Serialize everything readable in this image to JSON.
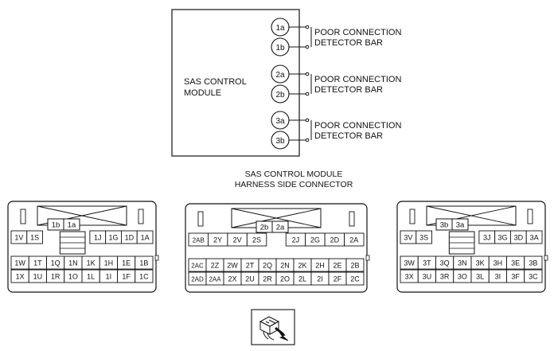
{
  "module": {
    "label_lines": [
      "SAS CONTROL",
      "MODULE"
    ],
    "pins": [
      "1a",
      "1b",
      "2a",
      "2b",
      "3a",
      "3b"
    ],
    "bars": [
      {
        "lines": [
          "POOR CONNECTION",
          "DETECTOR BAR"
        ]
      },
      {
        "lines": [
          "POOR CONNECTION",
          "DETECTOR BAR"
        ]
      },
      {
        "lines": [
          "POOR CONNECTION",
          "DETECTOR BAR"
        ]
      }
    ]
  },
  "connector_caption": [
    "SAS CONTROL MODULE",
    "HARNESS SIDE CONNECTOR"
  ],
  "connectors": [
    {
      "tab_labels": [
        "1b",
        "1a"
      ],
      "rows": [
        [
          "1V",
          "1S",
          "",
          "",
          "",
          "1J",
          "1G",
          "1D",
          "1A"
        ],
        [
          "1W",
          "1T",
          "1Q",
          "1N",
          "1K",
          "1H",
          "1E",
          "1B"
        ],
        [
          "1X",
          "1U",
          "1R",
          "1O",
          "1L",
          "1I",
          "1F",
          "1C"
        ]
      ]
    },
    {
      "tab_labels": [
        "2b",
        "2a"
      ],
      "rows": [
        [
          "2AB",
          "2Y",
          "2V",
          "2S",
          "",
          "2J",
          "2G",
          "2D",
          "2A"
        ],
        [
          "2AC",
          "2Z",
          "2W",
          "2T",
          "2Q",
          "2N",
          "2K",
          "2H",
          "2E",
          "2B"
        ],
        [
          "2AD",
          "2AA",
          "2X",
          "2U",
          "2R",
          "2O",
          "2L",
          "2I",
          "2F",
          "2C"
        ]
      ]
    },
    {
      "tab_labels": [
        "3b",
        "3a"
      ],
      "rows": [
        [
          "3V",
          "3S",
          "",
          "",
          "",
          "3J",
          "3G",
          "3D",
          "3A"
        ],
        [
          "3W",
          "3T",
          "3Q",
          "3N",
          "3K",
          "3H",
          "3E",
          "3B"
        ],
        [
          "3X",
          "3U",
          "3R",
          "3O",
          "3L",
          "3I",
          "3F",
          "3C"
        ]
      ]
    }
  ],
  "inset_icon": "connector-probe-icon"
}
